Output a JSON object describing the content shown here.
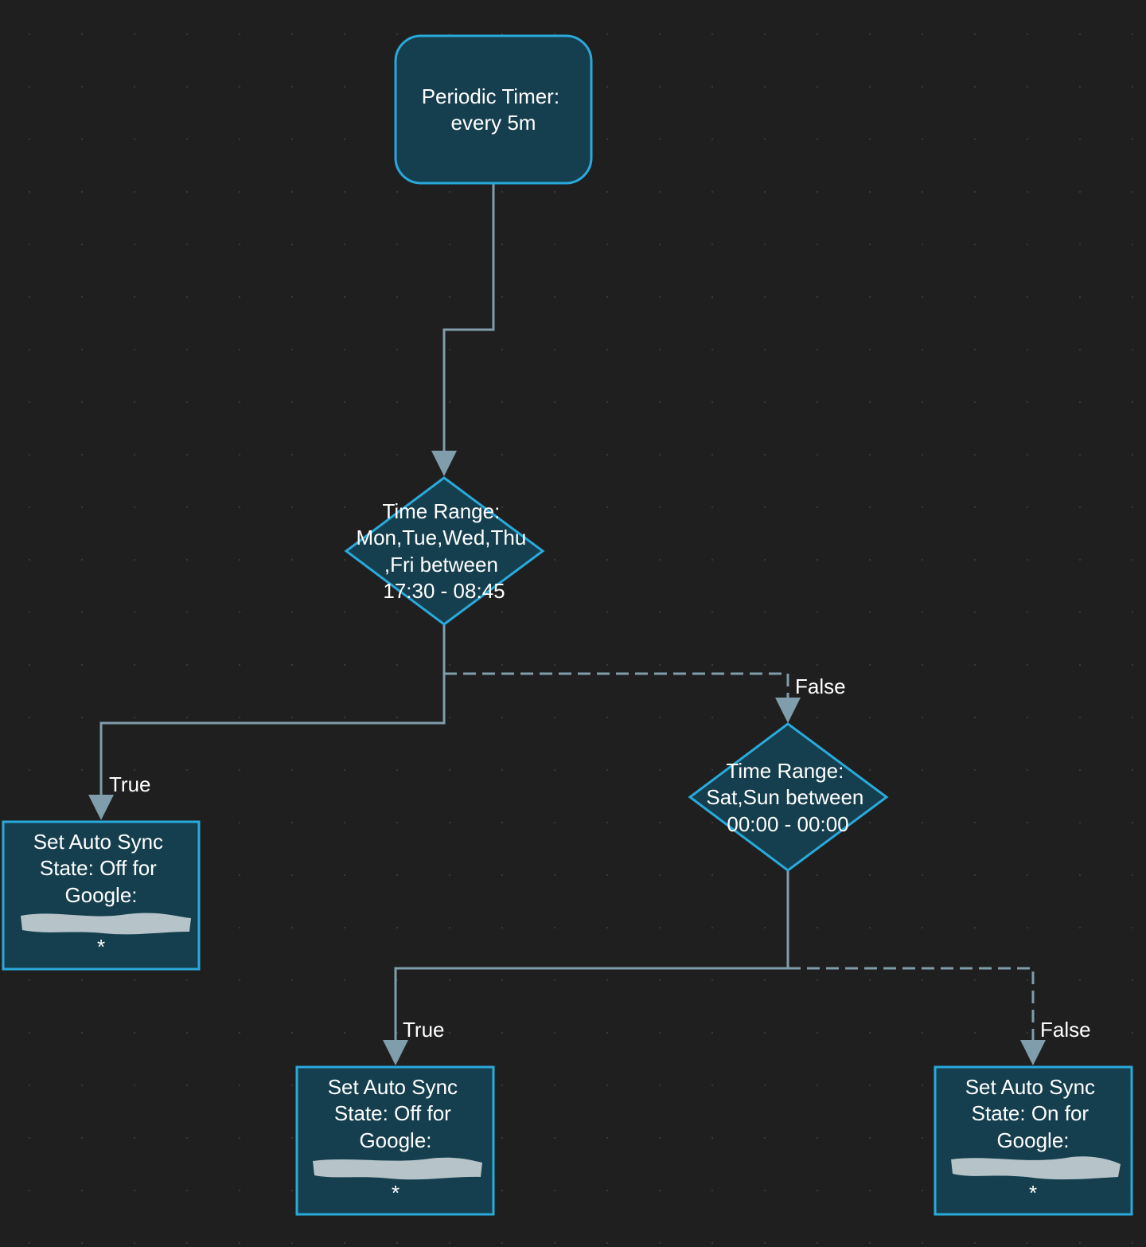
{
  "colors": {
    "background": "#1f1f1f",
    "node_fill": "#153f4e",
    "node_border": "#2aa9db",
    "connector": "#7f9daa",
    "text": "#ffffff"
  },
  "nodes": {
    "trigger": {
      "lines": [
        "Periodic Timer:",
        "every 5m"
      ]
    },
    "condition_weekday": {
      "lines": [
        "Time Range:",
        "Mon,Tue,Wed,Thu",
        ",Fri between",
        "17:30 - 08:45"
      ]
    },
    "condition_weekend": {
      "lines": [
        "Time Range:",
        "Sat,Sun between",
        "00:00 - 00:00"
      ]
    },
    "action_off_1": {
      "lines": [
        "Set Auto Sync",
        "State: Off for",
        "Google:"
      ],
      "footer": "*"
    },
    "action_off_2": {
      "lines": [
        "Set Auto Sync",
        "State: Off for",
        "Google:"
      ],
      "footer": "*"
    },
    "action_on": {
      "lines": [
        "Set Auto Sync",
        "State: On for",
        "Google:"
      ],
      "footer": "*"
    }
  },
  "edges": {
    "weekday_true": "True",
    "weekday_false": "False",
    "weekend_true": "True",
    "weekend_false": "False"
  }
}
